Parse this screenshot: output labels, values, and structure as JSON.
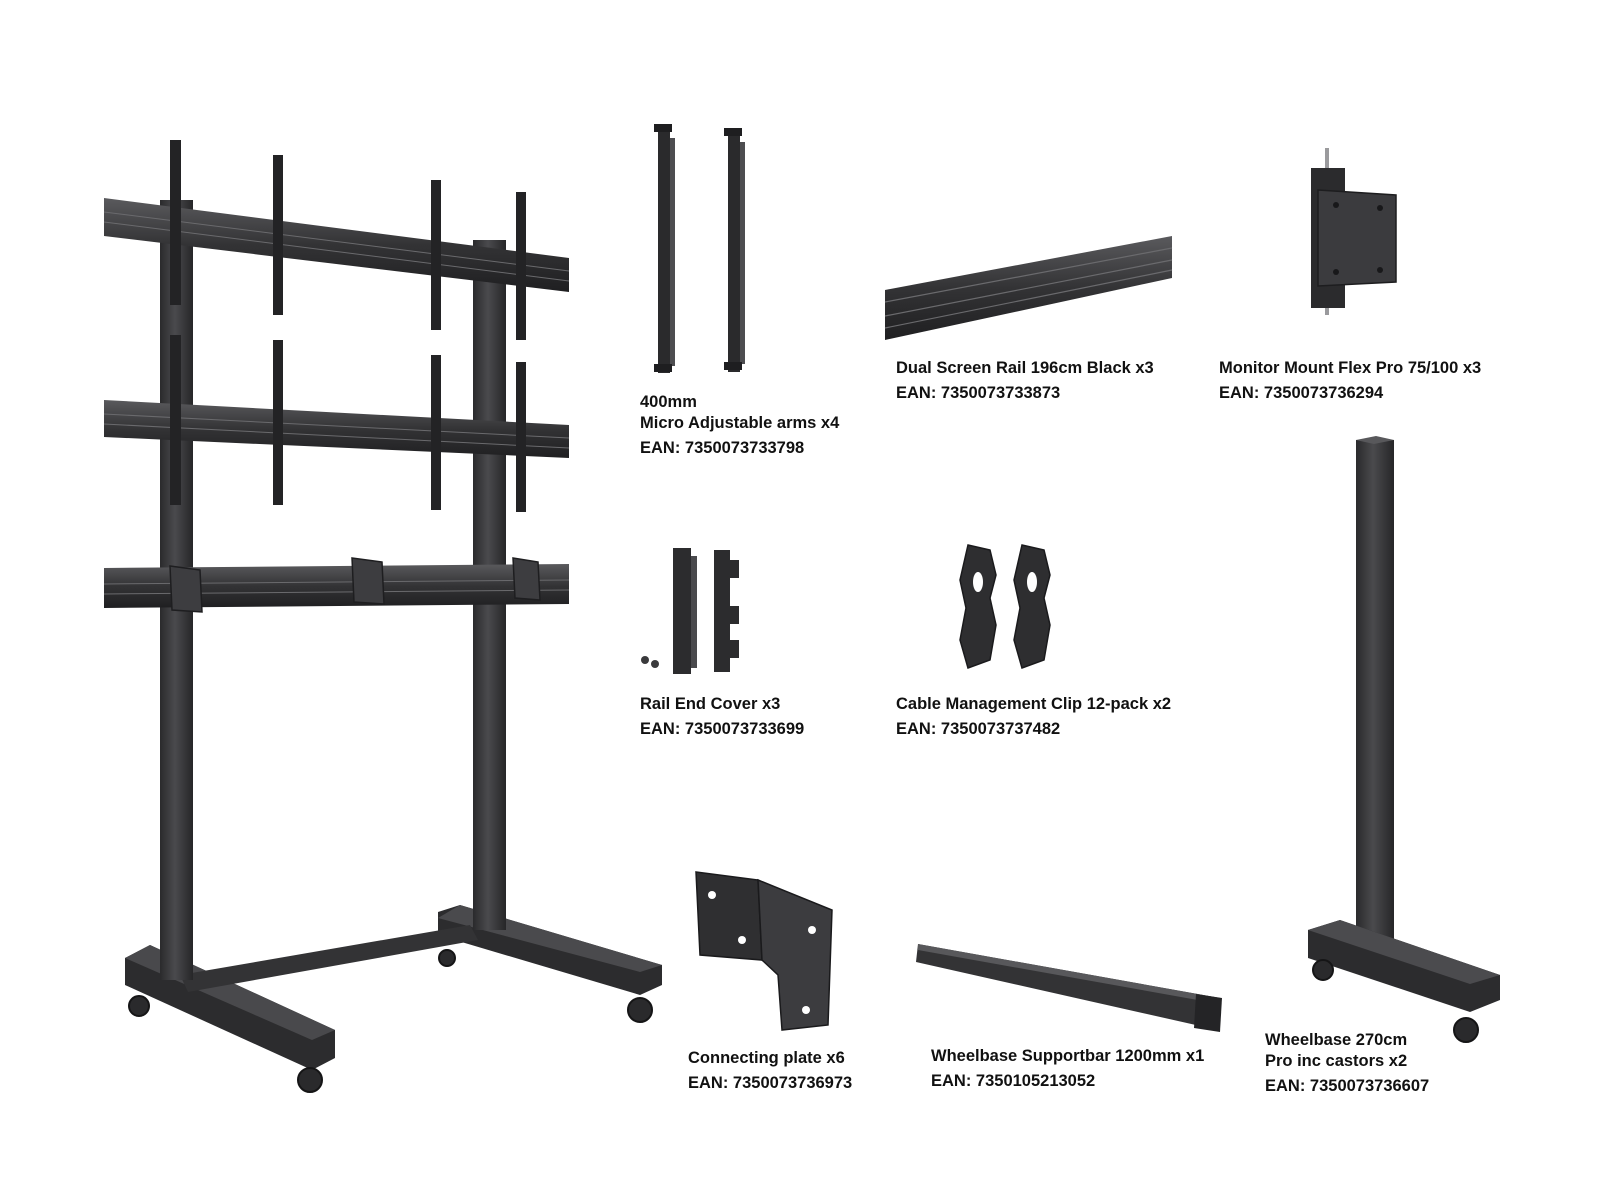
{
  "colors": {
    "background": "#ffffff",
    "metal": "#3a3a3c",
    "metal_dark": "#242426",
    "metal_light": "#5b5b5e",
    "text": "#111111"
  },
  "products": [
    {
      "id": "micro-arms",
      "lines": [
        "400mm",
        "Micro Adjustable arms x4"
      ],
      "ean": "EAN: 7350073733798"
    },
    {
      "id": "dual-rail",
      "lines": [
        "Dual Screen Rail 196cm Black x3"
      ],
      "ean": "EAN: 7350073733873"
    },
    {
      "id": "monitor-mount",
      "lines": [
        "Monitor Mount Flex Pro 75/100 x3"
      ],
      "ean": "EAN: 7350073736294"
    },
    {
      "id": "rail-end-cover",
      "lines": [
        "Rail End Cover x3"
      ],
      "ean": "EAN: 7350073733699"
    },
    {
      "id": "cable-clip",
      "lines": [
        "Cable Management Clip 12-pack x2"
      ],
      "ean": "EAN: 7350073737482"
    },
    {
      "id": "connecting-plate",
      "lines": [
        "Connecting plate x6"
      ],
      "ean": "EAN: 7350073736973"
    },
    {
      "id": "supportbar",
      "lines": [
        "Wheelbase Supportbar 1200mm x1"
      ],
      "ean": "EAN: 7350105213052"
    },
    {
      "id": "wheelbase",
      "lines": [
        "Wheelbase 270cm",
        "Pro inc castors x2"
      ],
      "ean": "EAN: 7350073736607"
    }
  ]
}
